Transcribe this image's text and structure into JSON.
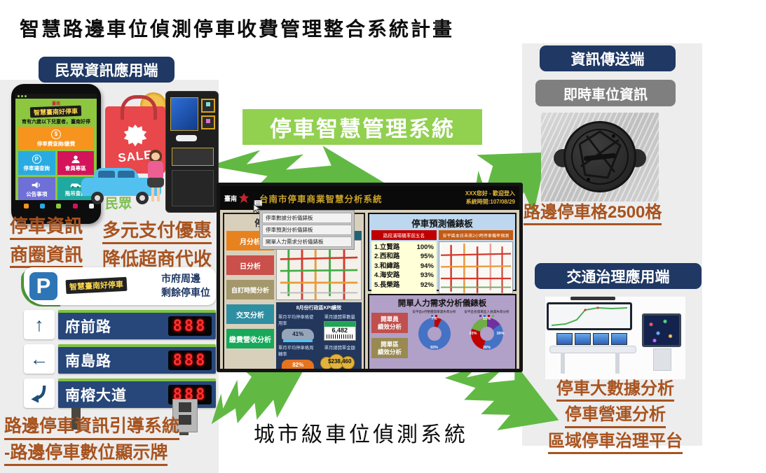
{
  "page_title": "智慧路邊車位偵測停車收費管理整合系統計畫",
  "colors": {
    "navy_badge": "#1F3864",
    "gray_badge": "#7F7F7F",
    "green_highlight": "#92D050",
    "bolt_green": "#61B944",
    "rust_text": "#A8531F"
  },
  "left_section": {
    "badge": "民眾資訊應用端",
    "phone": {
      "brand": "臺南",
      "logo_text": "智慧臺南好停車",
      "notice": "育有六歲以下兒童者，臺南好停",
      "main_tile": {
        "icon": "$",
        "label": "停車費查詢/繳費"
      },
      "tiles": [
        {
          "icon": "P",
          "label": "停車場查詢"
        },
        {
          "icon": "person",
          "label": "會員專區"
        },
        {
          "icon": "speaker",
          "label": "公告事項"
        },
        {
          "icon": "tow-car",
          "label": "拖吊查詢"
        }
      ]
    },
    "bag_sale": "SALE",
    "crowd_label": "民眾",
    "caption_park": [
      "停車資訊",
      "商圈資訊"
    ],
    "caption_pay": [
      "多元支付優惠",
      "降低超商代收"
    ],
    "sign": {
      "p": "P",
      "logo_text": "智慧臺南好停車",
      "subtitle": [
        "市府周邊",
        "剩餘停車位"
      ],
      "rows": [
        {
          "arrow": "up",
          "street": "府前路",
          "led": "888"
        },
        {
          "arrow": "left",
          "street": "南島路",
          "led": "888"
        },
        {
          "arrow": "curve-down-left",
          "street": "南榕大道",
          "led": "888"
        }
      ]
    },
    "caption_guide": [
      "路邊停車資訊引導系統",
      "-路邊停車數位顯示牌"
    ]
  },
  "center": {
    "system_title": "停車智慧管理系統",
    "bottom_caption": "城市級車位偵測系統",
    "dashboard": {
      "header": {
        "brand": "臺南",
        "title": "台南市停車商業智慧分析系統",
        "welcome": "XXX您好 - 歡迎登入",
        "time": "系統時間:107/08/29"
      },
      "menu_items": [
        "停車數據分析儀錶板",
        "停車預測分析儀錶板",
        "開單人力需求分析儀錶板"
      ],
      "left_panel": {
        "title": "停車數據分析儀錶板",
        "buttons": [
          "月分析",
          "日分析",
          "自訂時間分析",
          "交叉分析",
          "繳費營收分析"
        ],
        "map_title": "8月份路段績效",
        "kpi_title": "8月份行政區KPI績效",
        "kpis": [
          {
            "label": "單月平均停車格使用率",
            "value": "41%"
          },
          {
            "label": "單月總開單數量",
            "value": "6,482"
          },
          {
            "label": "單月平均停車格周轉率",
            "value": "82%"
          },
          {
            "label": "單月總開單金額",
            "value": "$238,460"
          }
        ]
      },
      "predict_panel": {
        "title": "停車預測儀錶板",
        "badge_left": "路段滿場機率前五名",
        "badge_right": "安平區本日未來2小時停車機率預測",
        "ranking": [
          {
            "name": "1.立賢路",
            "pct": "100%"
          },
          {
            "name": "2.西和路",
            "pct": "95%"
          },
          {
            "name": "3.和緯路",
            "pct": "94%"
          },
          {
            "name": "4.海安路",
            "pct": "93%"
          },
          {
            "name": "5.長榮路",
            "pct": "92%"
          }
        ]
      },
      "manpower_panel": {
        "title": "開單人力需求分析儀錶板",
        "badge1": [
          "開單員",
          "績效分析"
        ],
        "badge2": [
          "開單區",
          "績效分析"
        ],
        "legend_left": "安平區8月整體開單漏失率分析",
        "legend_right": "安平區各開單區人員漏失率分析",
        "donut_left": {
          "slices": [
            {
              "color": "#C00000",
              "value": 7,
              "label": "7%"
            },
            {
              "color": "#4472C4",
              "value": 93,
              "label": "93%"
            }
          ]
        },
        "donut_right": {
          "slices": [
            {
              "color": "#7030A0",
              "value": 15,
              "label": "15%"
            },
            {
              "color": "#4472C4",
              "value": 39,
              "label": "39%"
            },
            {
              "color": "#C00000",
              "value": 26,
              "label": "26%"
            },
            {
              "color": "#70AD47",
              "value": 20,
              "label": "20%"
            }
          ]
        }
      }
    }
  },
  "right_section": {
    "badge_send": "資訊傳送端",
    "badge_info": "即時車位資訊",
    "sensor_caption": "路邊停車格2500格",
    "badge_traffic": "交通治理應用端",
    "captions": [
      "停車大數據分析",
      "停車營運分析",
      "區域停車治理平台"
    ]
  }
}
